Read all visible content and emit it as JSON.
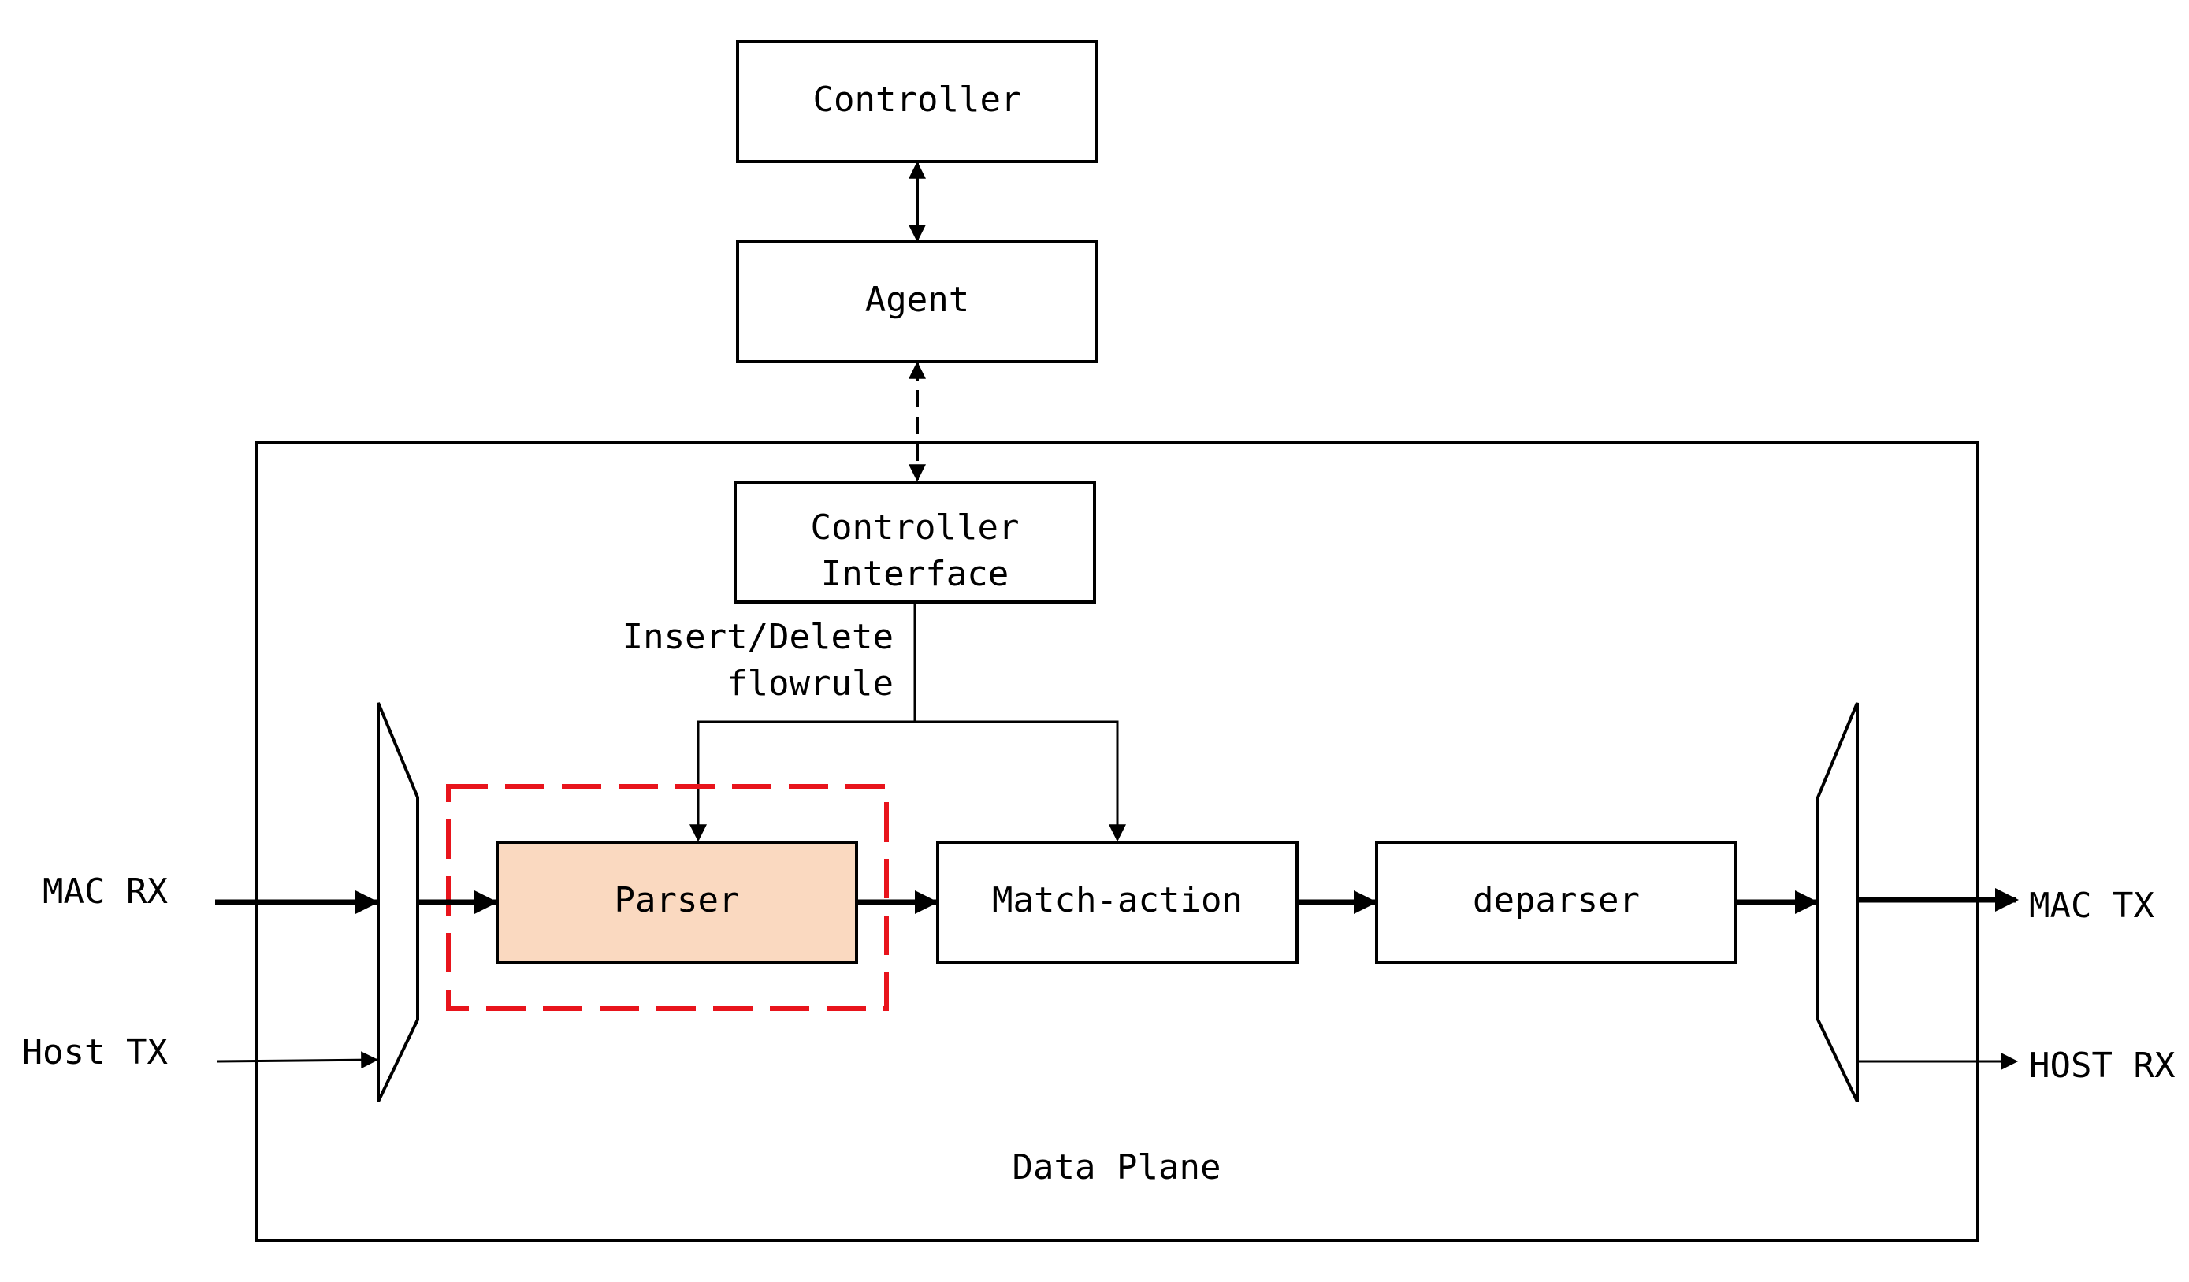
{
  "diagram": {
    "boxes": {
      "controller": "Controller",
      "agent": "Agent",
      "controller_interface": [
        "Controller",
        "Interface"
      ],
      "parser": "Parser",
      "match_action": "Match-action",
      "deparser": "deparser"
    },
    "edge_labels": {
      "insert_delete": [
        "Insert/Delete",
        "flowrule"
      ]
    },
    "io": {
      "mac_rx": "MAC RX",
      "host_tx": "Host TX",
      "mac_tx": "MAC TX",
      "host_rx": "HOST RX"
    },
    "region": {
      "data_plane": "Data Plane"
    },
    "colors": {
      "parser_fill": "#FAD9C0",
      "highlight": "#E8141C",
      "stroke": "#000000"
    }
  }
}
